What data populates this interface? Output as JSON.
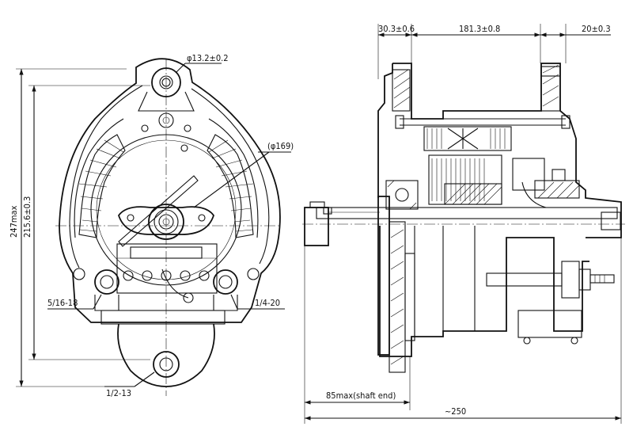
{
  "front_view": {
    "dims": {
      "overall_height": "247max",
      "mount_height": "215.6±0.3",
      "top_hole": "φ13.2±0.2",
      "pulley_dia": "(φ169)",
      "left_thread": "5/16-18",
      "right_thread": "1/4-20",
      "bottom_thread": "1/2-13"
    }
  },
  "side_view": {
    "dims": {
      "left_offset": "30.3±0.6",
      "span": "181.3±0.8",
      "right_offset": "20±0.3",
      "shaft_end": "85max(shaft end)",
      "overall_length": "~250"
    }
  }
}
